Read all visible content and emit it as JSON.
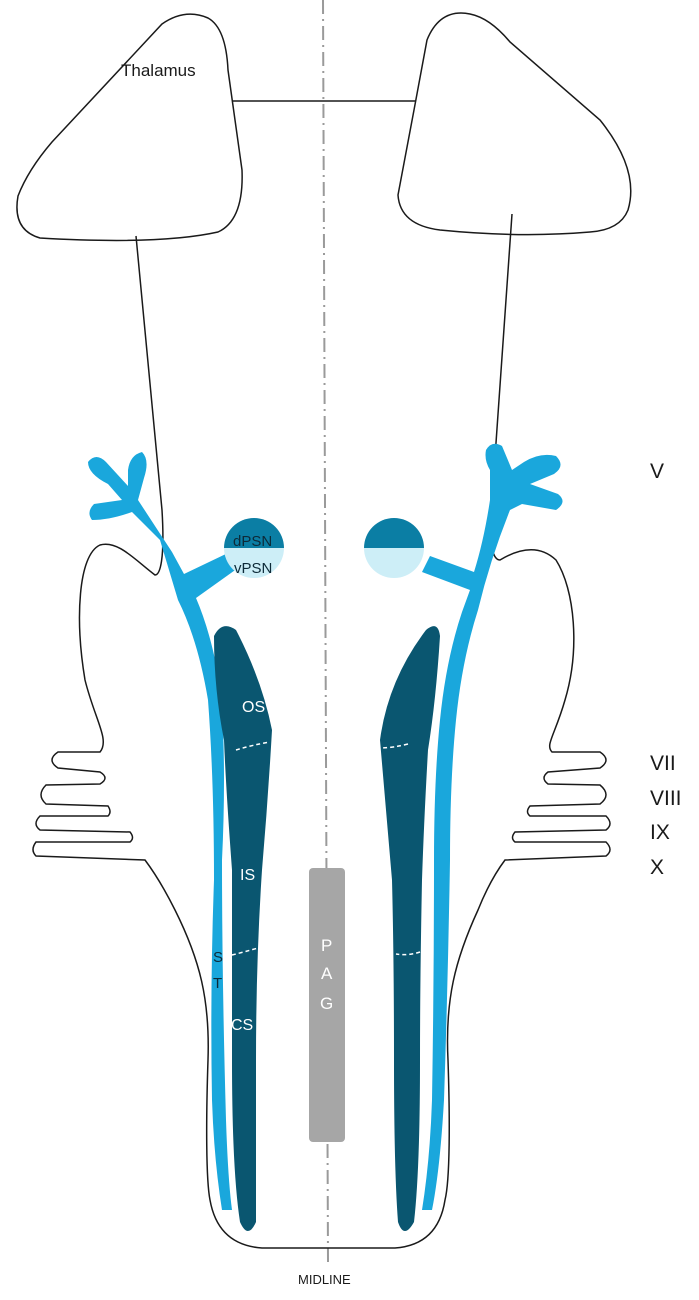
{
  "colors": {
    "outline": "#1a1a1a",
    "tract_light_blue": "#1aa7dc",
    "nucleus_dark_teal": "#0a5670",
    "dpsn_teal": "#0b7ea4",
    "vpsn_pale": "#cdeef7",
    "pag_gray": "#a6a6a6",
    "midline_gray": "#9a9a9a"
  },
  "labels": {
    "thalamus": "Thalamus",
    "dpsn": "dPSN",
    "vpsn": "vPSN",
    "os": "OS",
    "is": "IS",
    "cs": "CS",
    "st_s": "S",
    "st_t": "T",
    "pag_p": "P",
    "pag_a": "A",
    "pag_g": "G",
    "midline": "MIDLINE",
    "nerve_v": "V",
    "nerve_vii": "VII",
    "nerve_viii": "VIII",
    "nerve_ix": "IX",
    "nerve_x": "X"
  }
}
